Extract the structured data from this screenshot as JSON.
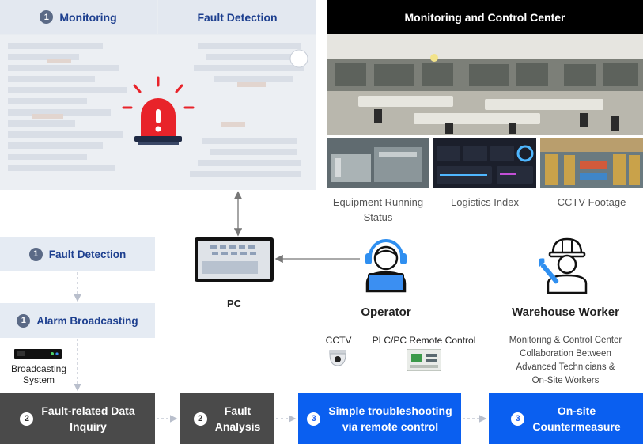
{
  "monitoring_panel": {
    "tab1_number": "1",
    "tab1_label": "Monitoring",
    "tab2_label": "Fault Detection"
  },
  "control_center": {
    "title": "Monitoring and Control Center",
    "thumbnails": [
      {
        "label_line1": "Equipment Running",
        "label_line2": "Status"
      },
      {
        "label_line1": "Logistics Index",
        "label_line2": ""
      },
      {
        "label_line1": "CCTV Footage",
        "label_line2": ""
      }
    ]
  },
  "left_flow": {
    "fault_detection": {
      "number": "1",
      "label": "Fault Detection"
    },
    "alarm_broadcasting": {
      "number": "1",
      "label": "Alarm Broadcasting"
    },
    "device_label_line1": "Broadcasting",
    "device_label_line2": "System"
  },
  "pc": {
    "label": "PC"
  },
  "operator": {
    "label": "Operator",
    "tools": [
      {
        "label": "CCTV"
      },
      {
        "label": "PLC/PC Remote Control"
      }
    ]
  },
  "worker": {
    "label": "Warehouse Worker",
    "note_lines": [
      "Monitoring & Control Center",
      "Collaboration Between",
      "Advanced Technicians &",
      "On-Site Workers"
    ]
  },
  "bottom_steps": [
    {
      "number": "2",
      "line1": "Fault-related Data",
      "line2": "Inquiry"
    },
    {
      "number": "2",
      "line1": "Fault",
      "line2": "Analysis"
    },
    {
      "number": "3",
      "line1": "Simple troubleshooting",
      "line2": "via remote control"
    },
    {
      "number": "3",
      "line1": "On-site",
      "line2": "Countermeasure"
    }
  ],
  "colors": {
    "tab_bg": "#e3e8f0",
    "tab_text": "#1d3f8f",
    "dark_step": "#4a4a4a",
    "blue_step": "#0a5ff0",
    "alarm_red": "#e8232a",
    "operator_blue": "#2f8ff0"
  }
}
